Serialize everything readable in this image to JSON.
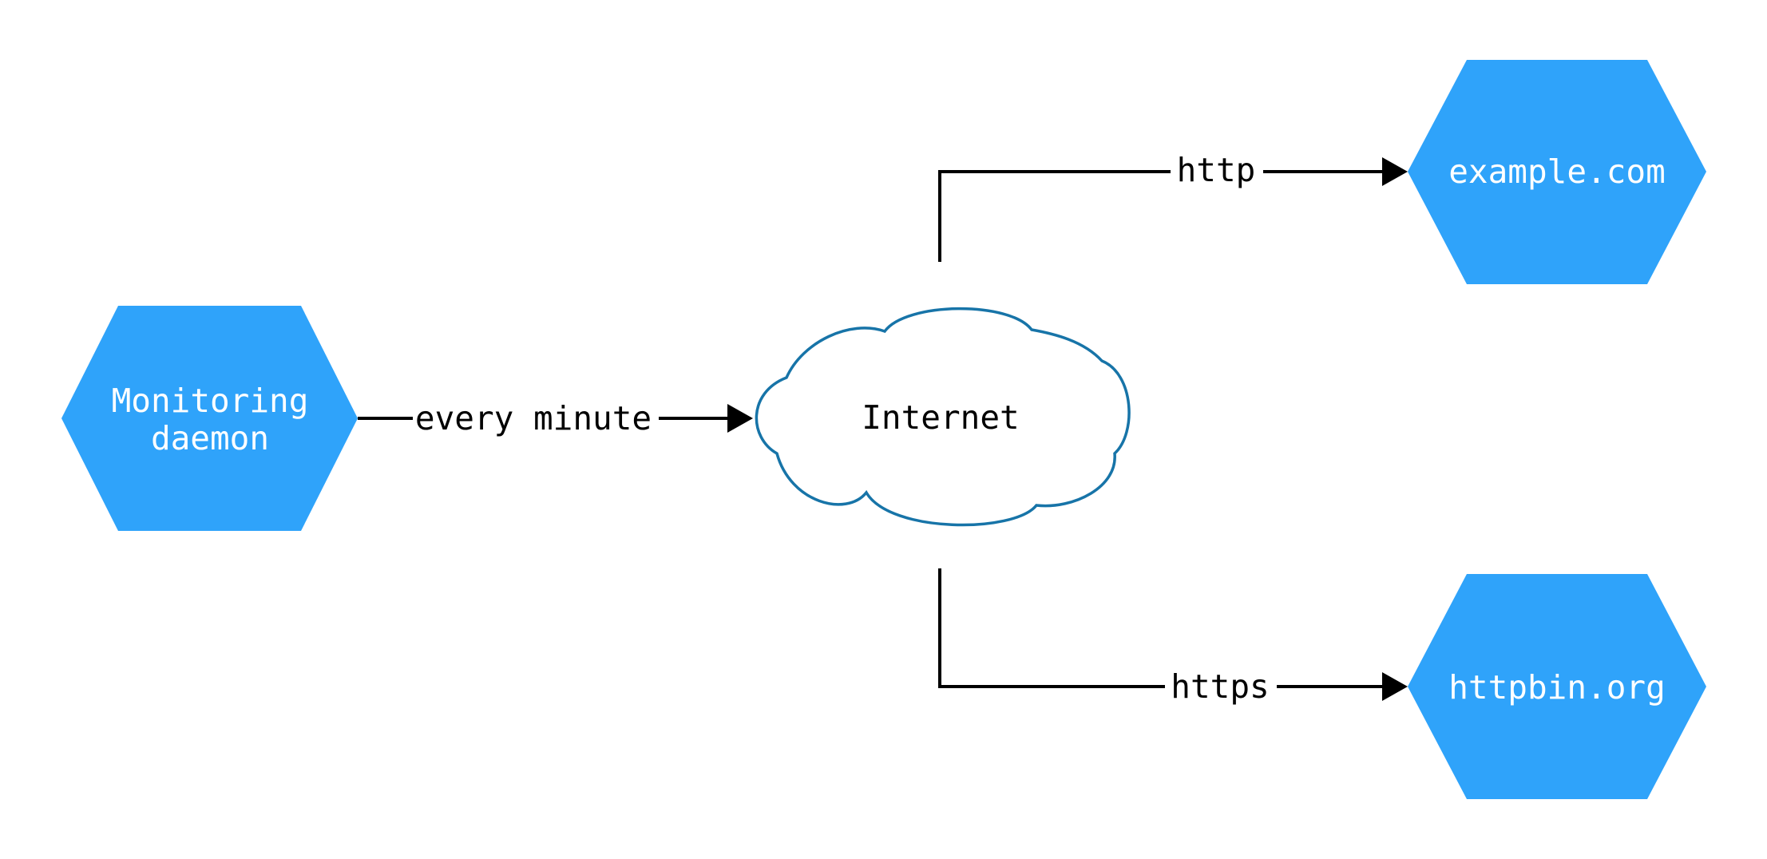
{
  "colors": {
    "background": "#ffffff",
    "node_fill": "#2fa3fa",
    "node_text": "#ffffff",
    "edge": "#000000",
    "edge_label_text": "#000000",
    "cloud_stroke": "#1774a8",
    "cloud_fill": "#ffffff"
  },
  "nodes": {
    "monitoring_daemon": {
      "line1": "Monitoring",
      "line2": "daemon"
    },
    "internet": {
      "label": "Internet"
    },
    "example_com": {
      "label": "example.com"
    },
    "httpbin_org": {
      "label": "httpbin.org"
    }
  },
  "edges": {
    "every_minute": {
      "label": "every minute"
    },
    "http": {
      "label": "http"
    },
    "https": {
      "label": "https"
    }
  }
}
